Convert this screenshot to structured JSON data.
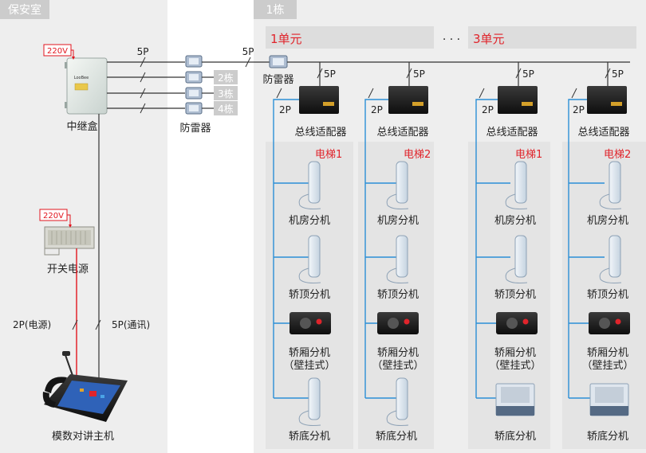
{
  "room": {
    "label": "保安室"
  },
  "building": {
    "label": "1栋"
  },
  "units": [
    {
      "label": "1单元"
    },
    {
      "label": "3单元"
    }
  ],
  "ellipsis": "· · ·",
  "power_tag": "220V",
  "relay_box": {
    "label": "中继盒",
    "brand": "LooBee"
  },
  "switching_psu": {
    "label": "开关电源"
  },
  "host": {
    "label": "模数对讲主机"
  },
  "surge_group": {
    "label": "防雷器"
  },
  "surge_unit": {
    "label": "防雷器"
  },
  "branch_tags": [
    "2栋",
    "3栋",
    "4栋"
  ],
  "wire": {
    "five_p": "5P",
    "two_p": "2P"
  },
  "host_wires": {
    "power": "2P(电源)",
    "comm": "5P(通讯)"
  },
  "adapter": {
    "label": "总线适配器"
  },
  "elevators": [
    "电梯1",
    "电梯2",
    "电梯1",
    "电梯2"
  ],
  "devices": {
    "machine_room": "机房分机",
    "car_top": "轿顶分机",
    "car_wall_1": "轿厢分机",
    "car_wall_2": "（壁挂式）",
    "pit": "轿底分机"
  },
  "colors": {
    "panel": "#eeeeee",
    "label_box": "#cccccc",
    "accent_red": "#e0242b",
    "bus_blue": "#2b8fd6",
    "power_red": "#e2141d",
    "wire_dark": "#333333"
  }
}
